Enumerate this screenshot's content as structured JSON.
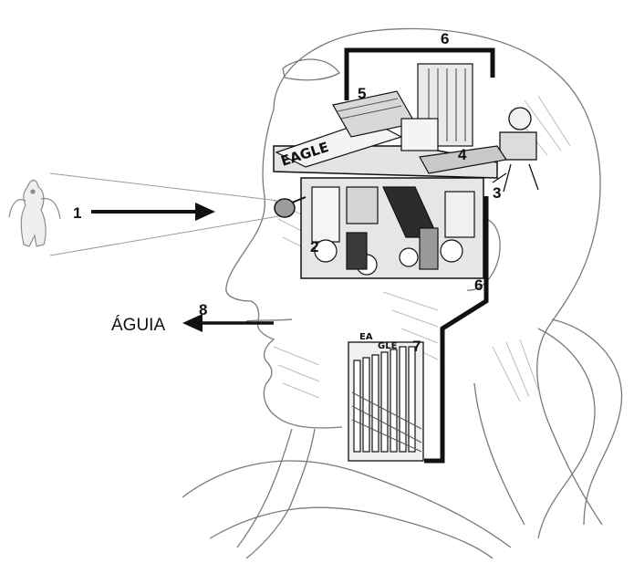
{
  "colors": {
    "ink": "#111111",
    "pencil": "#8a8a8a",
    "shade": "#c9c9c9",
    "paper": "#ffffff",
    "machine_light": "#e8e8e8",
    "machine_dark": "#3a3a3a"
  },
  "labels": {
    "n1": "1",
    "n2": "2",
    "n3": "3",
    "n4": "4",
    "n5": "5",
    "n6_top": "6",
    "n6_side": "6",
    "n7": "7",
    "n8": "8"
  },
  "output_word": "ÁGUIA",
  "machine_text": {
    "eagle_sign": "EAGLE",
    "mouth_letters_a": "EA",
    "mouth_letters_b": "GLE"
  },
  "icons": {
    "eagle": "eagle-icon",
    "arrow_in": "arrow-right-icon",
    "arrow_out": "arrow-left-icon"
  }
}
